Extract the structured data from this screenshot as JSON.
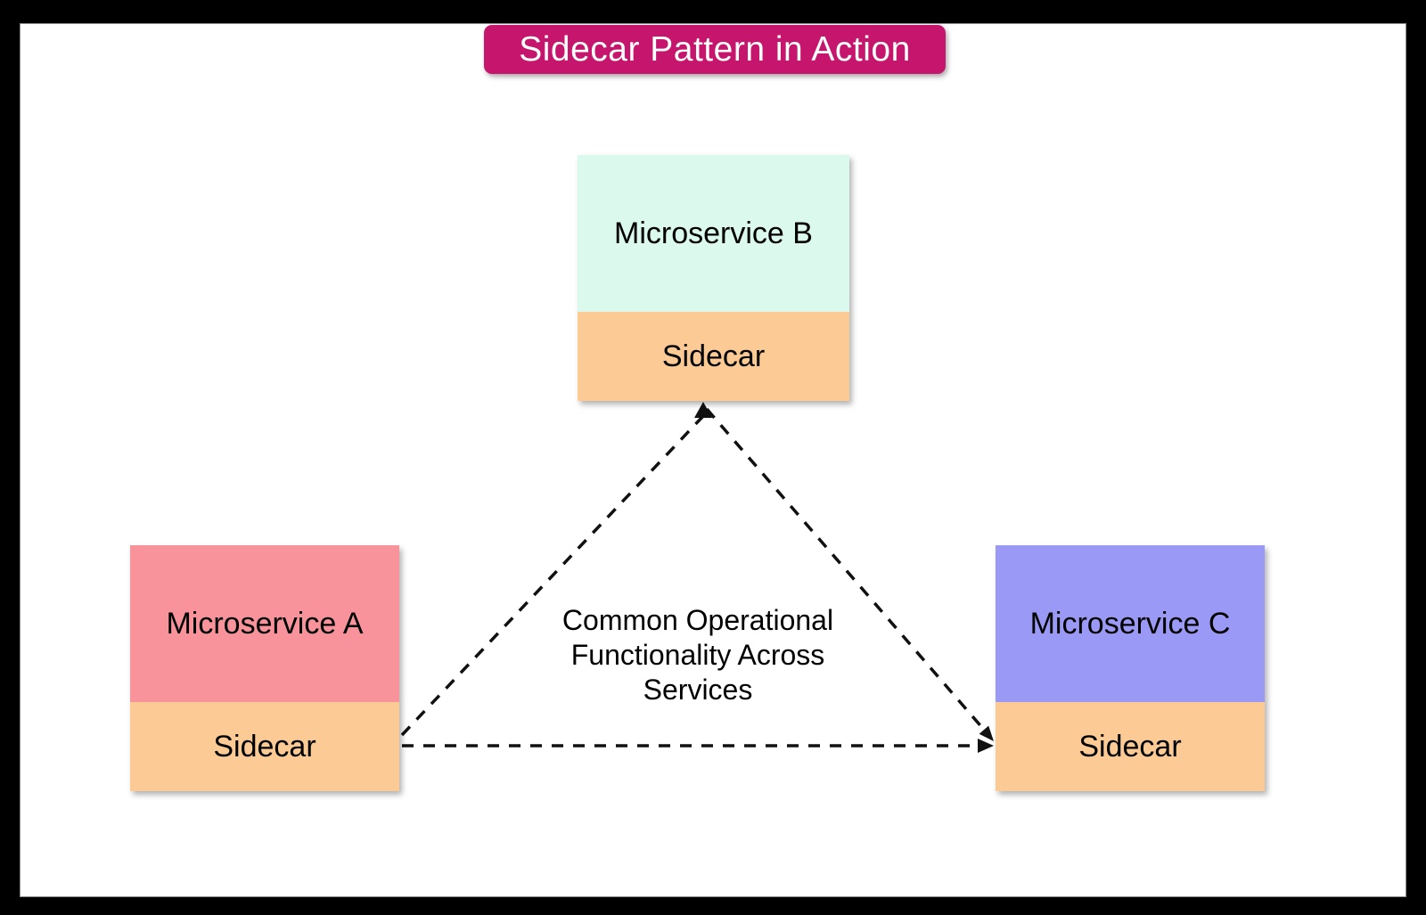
{
  "diagram": {
    "title": "Sidecar Pattern in Action",
    "center_annotation": "Common Operational Functionality Across Services",
    "nodes": [
      {
        "id": "A",
        "service_label": "Microservice A",
        "sidecar_label": "Sidecar",
        "service_color": "#F8929B",
        "sidecar_color": "#FCCA94"
      },
      {
        "id": "B",
        "service_label": "Microservice B",
        "sidecar_label": "Sidecar",
        "service_color": "#DCF9EE",
        "sidecar_color": "#FCCA94"
      },
      {
        "id": "C",
        "service_label": "Microservice C",
        "sidecar_label": "Sidecar",
        "service_color": "#9B99F6",
        "sidecar_color": "#FCCA94"
      }
    ],
    "edges": [
      {
        "from": "Sidecar of Microservice A",
        "to": "Sidecar of Microservice B",
        "style": "dashed-arrow"
      },
      {
        "from": "Sidecar of Microservice B",
        "to": "Sidecar of Microservice C",
        "style": "dashed-arrow"
      },
      {
        "from": "Sidecar of Microservice A",
        "to": "Sidecar of Microservice C",
        "style": "dashed-arrow"
      }
    ],
    "colors": {
      "title_bg": "#C6156C",
      "title_text": "#FFFFFF",
      "canvas_bg": "#FFFFFF",
      "frame": "#000000",
      "edge": "#111111",
      "node_text": "#000000"
    }
  }
}
